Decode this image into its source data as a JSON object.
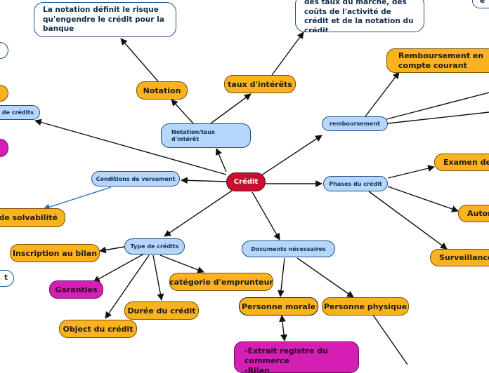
{
  "nodes": {
    "center": "Crédit",
    "notation_taux": "Notation/taux d'intérêt",
    "notation": "Notation",
    "taux_interets": "taux d'intérêts",
    "notation_note": "La notation définit le risque qu'engendre le crédit pour la banque",
    "taux_note": "des taux du marché, des coûts de l'activité de crédit et de la notation du crédit",
    "remboursement": "remboursement",
    "remboursement_compte": "Remboursement en compte courant",
    "phases": "Phases du crédit",
    "examen": "Examen de la",
    "autorisation": "Autor",
    "surveillance": "Surveillance d",
    "conditions": "Conditions de versement",
    "analyse": "se de solvabilité",
    "type_credits": "Type de crédits",
    "inscription": "Inscription au bilan",
    "garanties": "Garanties",
    "categorie": "catégorie d'emprunteur",
    "duree": "Durée du crédit",
    "objet": "Object du crédit",
    "documents": "Documents nécessaires",
    "personne_morale": "Personne morale",
    "personne_physique": "Personne physique",
    "morale_docs": "-Extrait registre du commerce\n-Bilan",
    "type_left": "e de crédits",
    "left_t": "t",
    "top_right": "e"
  }
}
